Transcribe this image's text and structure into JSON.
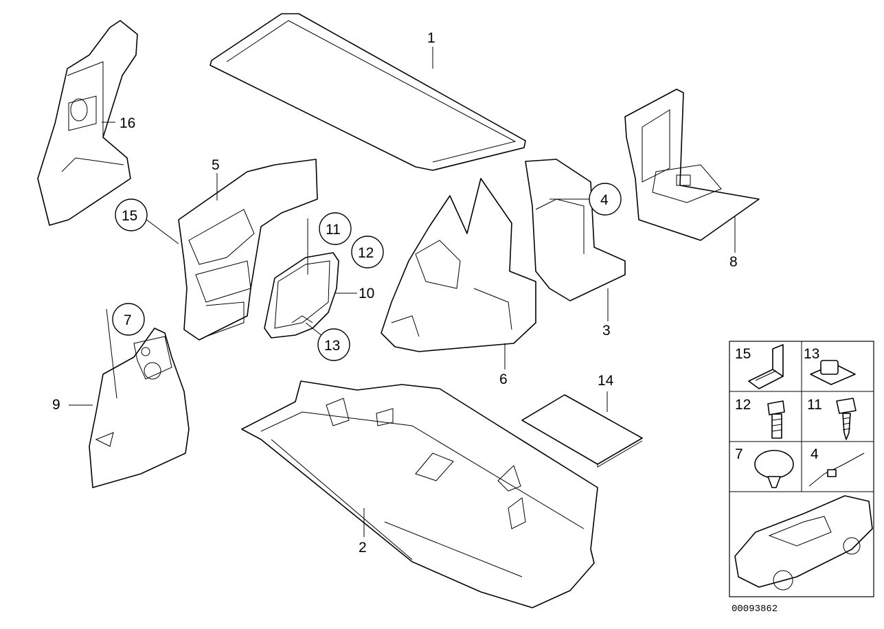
{
  "callouts": [
    {
      "id": "1",
      "label": "1"
    },
    {
      "id": "2",
      "label": "2"
    },
    {
      "id": "3",
      "label": "3"
    },
    {
      "id": "4",
      "label": "4"
    },
    {
      "id": "5",
      "label": "5"
    },
    {
      "id": "6",
      "label": "6"
    },
    {
      "id": "7",
      "label": "7"
    },
    {
      "id": "8",
      "label": "8"
    },
    {
      "id": "9",
      "label": "9"
    },
    {
      "id": "10",
      "label": "10"
    },
    {
      "id": "11",
      "label": "11"
    },
    {
      "id": "12",
      "label": "12"
    },
    {
      "id": "13",
      "label": "13"
    },
    {
      "id": "14",
      "label": "14"
    },
    {
      "id": "15",
      "label": "15"
    },
    {
      "id": "16",
      "label": "16"
    }
  ],
  "legend": {
    "cells": [
      "15",
      "13",
      "12",
      "11",
      "7",
      "4"
    ]
  },
  "document_number": "00093862"
}
